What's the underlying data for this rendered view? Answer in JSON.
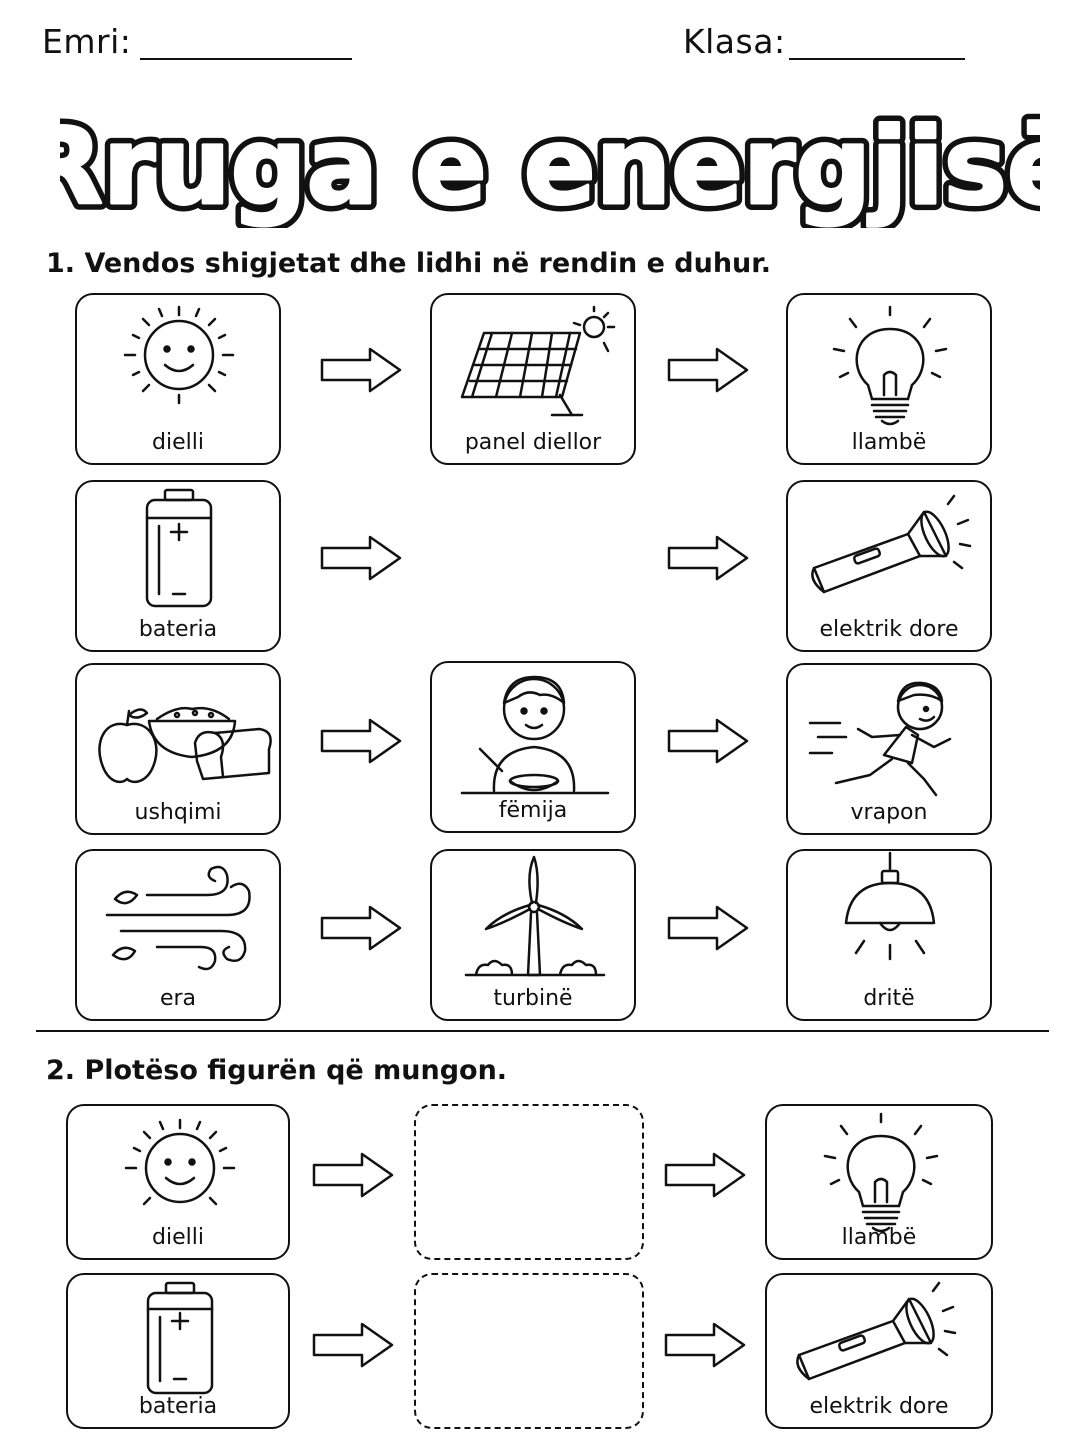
{
  "header": {
    "name_label": "Emri:",
    "class_label": "Klasa:"
  },
  "title": "Rruga e energjisë",
  "section1": {
    "heading": "1. Vendos shigjetat dhe lidhi në rendin e duhur.",
    "rows": [
      [
        "dielli",
        "panel diellor",
        "llambë"
      ],
      [
        "bateria",
        "",
        "elektrik dore"
      ],
      [
        "ushqimi",
        "fëmija",
        "vrapon"
      ],
      [
        "era",
        "turbinë",
        "dritë"
      ]
    ]
  },
  "section2": {
    "heading": "2. Plotëso figurën që mungon.",
    "rows": [
      [
        "dielli",
        "",
        "llambë"
      ],
      [
        "bateria",
        "",
        "elektrik dore"
      ]
    ]
  },
  "icons": {
    "sun": "sun-icon",
    "solar_panel": "solar-panel-icon",
    "bulb": "light-bulb-icon",
    "battery": "battery-icon",
    "flashlight": "flashlight-icon",
    "food": "food-icon",
    "child_eating": "child-eating-icon",
    "child_running": "child-running-icon",
    "wind": "wind-icon",
    "turbine": "wind-turbine-icon",
    "lamp": "ceiling-lamp-icon",
    "arrow": "arrow-right-icon"
  }
}
